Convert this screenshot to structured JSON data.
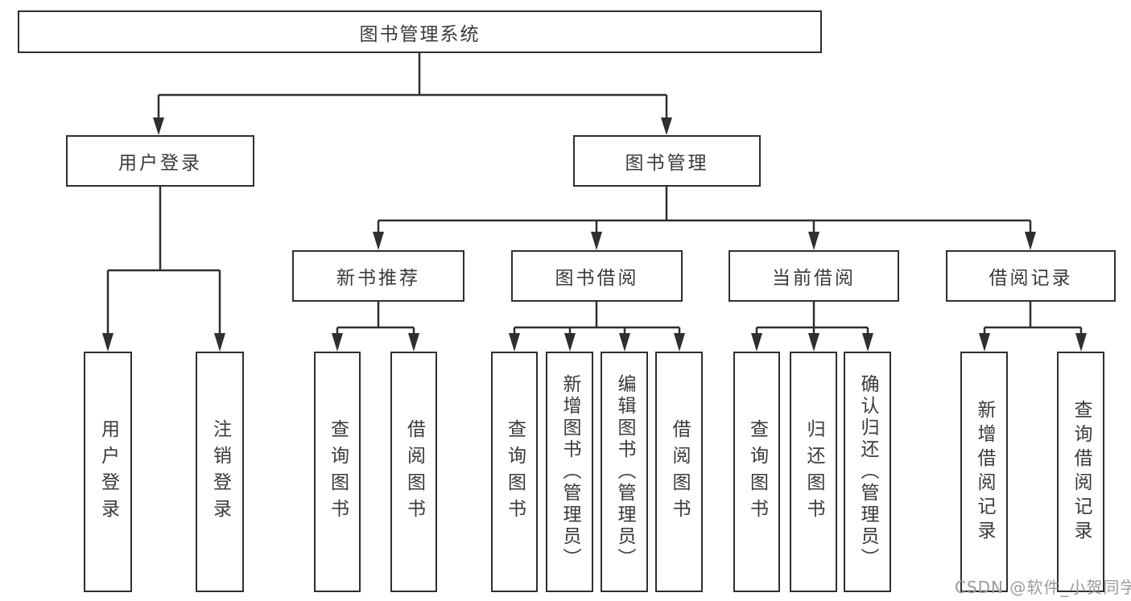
{
  "diagram_title": "图书管理系统",
  "nodes": {
    "root": "图书管理系统",
    "user_login": "用户登录",
    "book_management": "图书管理",
    "new_book_recommend": "新书推荐",
    "book_borrowing": "图书借阅",
    "current_borrowing": "当前借阅",
    "borrow_records": "借阅记录",
    "leaves": {
      "user_login": "用户登录",
      "logout": "注销登录",
      "query_books_recommend": "查询图书",
      "borrow_books_recommend": "借阅图书",
      "query_books_borrowing": "查询图书",
      "add_book_admin": "新增图书（管理员）",
      "edit_book_admin": "编辑图书（管理员）",
      "borrow_books_borrowing": "借阅图书",
      "query_books_current": "查询图书",
      "return_books": "归还图书",
      "confirm_return_admin": "确认归还（管理员）",
      "add_borrow_record": "新增借阅记录",
      "query_borrow_record": "查询借阅记录"
    }
  },
  "hierarchy": {
    "root": [
      "user_login",
      "book_management"
    ],
    "user_login": [
      "leaves.user_login",
      "leaves.logout"
    ],
    "book_management": [
      "new_book_recommend",
      "book_borrowing",
      "current_borrowing",
      "borrow_records"
    ],
    "new_book_recommend": [
      "leaves.query_books_recommend",
      "leaves.borrow_books_recommend"
    ],
    "book_borrowing": [
      "leaves.query_books_borrowing",
      "leaves.add_book_admin",
      "leaves.edit_book_admin",
      "leaves.borrow_books_borrowing"
    ],
    "current_borrowing": [
      "leaves.query_books_current",
      "leaves.return_books",
      "leaves.confirm_return_admin"
    ],
    "borrow_records": [
      "leaves.add_borrow_record",
      "leaves.query_borrow_record"
    ]
  },
  "watermark": {
    "text": "CSDN @软件_小贺同学"
  },
  "colors": {
    "line": "#2f2f2f",
    "box_border": "#2f2f2f",
    "box_background": "#ffffff",
    "label_text": "#3a3a3a",
    "canvas_background": "#ffffff",
    "watermark": "#9b9b9b"
  }
}
